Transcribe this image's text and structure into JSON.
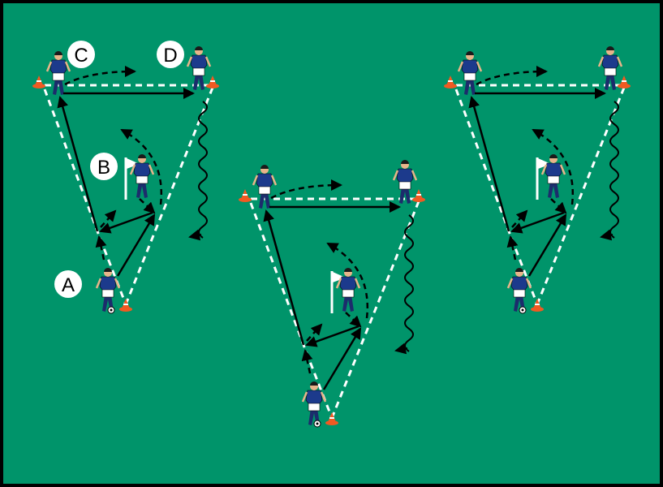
{
  "colors": {
    "pitch": "#00946a",
    "border": "#000000",
    "line": "#ffffff",
    "cone": "#f05a22",
    "shirt": "#1c3a8c"
  },
  "setups": [
    {
      "name": "setup-left",
      "show_labels": true
    },
    {
      "name": "setup-middle",
      "show_labels": false
    },
    {
      "name": "setup-right",
      "show_labels": false
    }
  ],
  "labels": {
    "a": "A",
    "b": "B",
    "c": "C",
    "d": "D"
  }
}
